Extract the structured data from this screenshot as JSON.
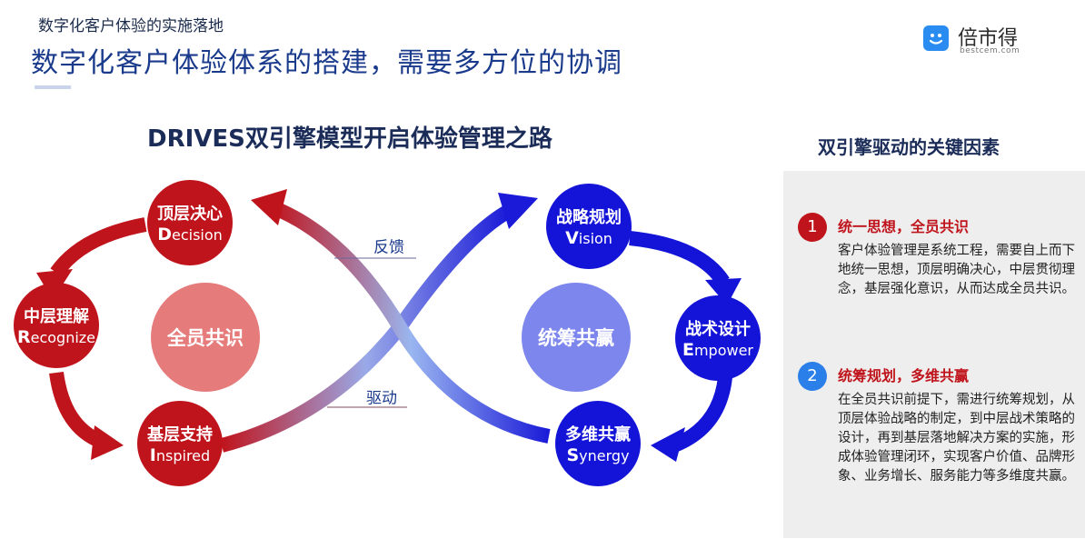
{
  "header": {
    "section": "数字化客户体验的实施落地",
    "title": "数字化客户体验体系的搭建，需要多方位的协调"
  },
  "logo": {
    "name": "倍市得",
    "url": "bestcem.com",
    "icon": "smiley-chat-icon",
    "color": "#2a8cf0"
  },
  "diagram": {
    "title": "DRIVES双引擎模型开启体验管理之路",
    "left_engine": {
      "color": "#c0141c",
      "center": "全员共识",
      "center_color": "#e57b7b",
      "nodes": [
        {
          "cn": "顶层决心",
          "initial": "D",
          "rest": "ecision"
        },
        {
          "cn": "中层理解",
          "initial": "R",
          "rest": "ecognize"
        },
        {
          "cn": "基层支持",
          "initial": "I",
          "rest": "nspired"
        }
      ]
    },
    "right_engine": {
      "color": "#1414d8",
      "center": "统筹共赢",
      "center_color": "#7d86ec",
      "nodes": [
        {
          "cn": "战略规划",
          "initial": "V",
          "rest": "ision"
        },
        {
          "cn": "战术设计",
          "initial": "E",
          "rest": "mpower"
        },
        {
          "cn": "多维共赢",
          "initial": "S",
          "rest": "ynergy"
        }
      ]
    },
    "flows": {
      "feedback": "反馈",
      "drive": "驱动"
    }
  },
  "side": {
    "heading": "双引擎驱动的关键因素",
    "factors": [
      {
        "num": "1",
        "color": "#c0141c",
        "title": "统一思想，全员共识",
        "text": "客户体验管理是系统工程，需要自上而下地统一思想，顶层明确决心，中层贯彻理念，基层强化意识，从而达成全员共识。"
      },
      {
        "num": "2",
        "color": "#2a7fe8",
        "title": "统筹规划，多维共赢",
        "text": "在全员共识前提下，需进行统筹规划，从顶层体验战略的制定，到中层战术策略的设计，再到基层落地解决方案的实施，形成体验管理闭环，实现客户价值、品牌形象、业务增长、服务能力等多维度共赢。"
      }
    ]
  }
}
